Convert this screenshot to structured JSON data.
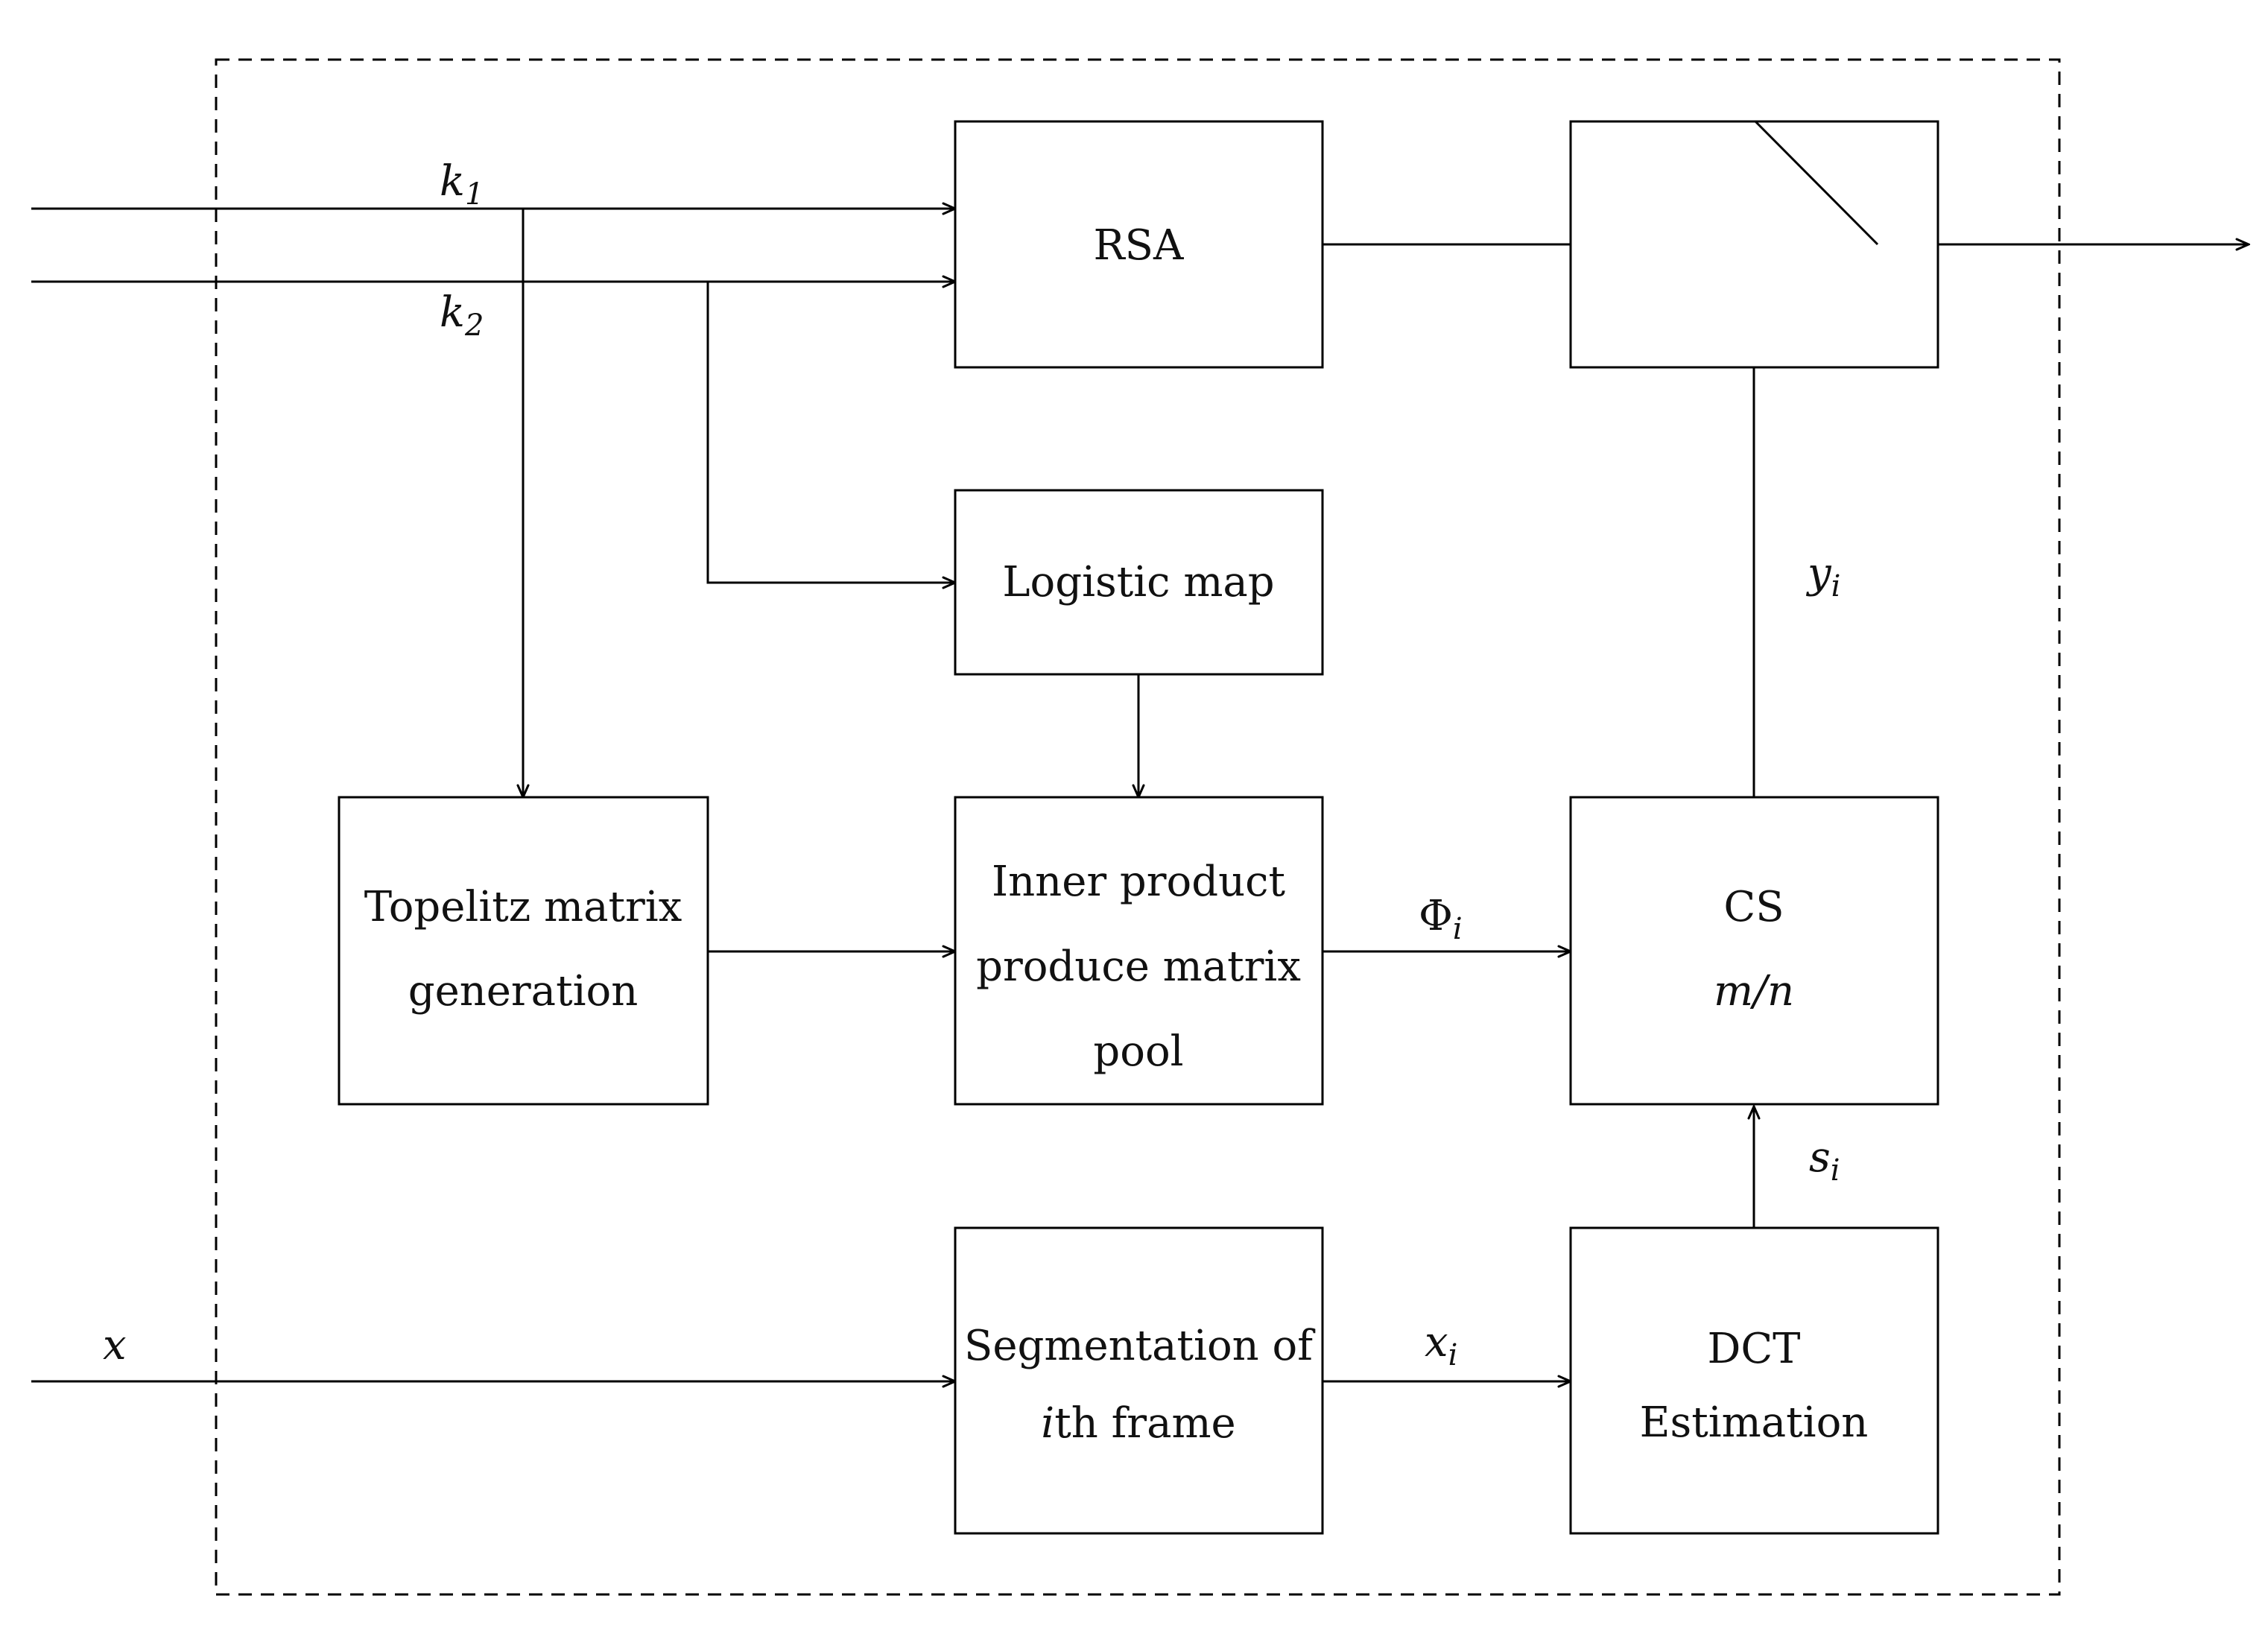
{
  "blocks": {
    "rsa": "RSA",
    "logistic": "Logistic map",
    "toeplitz": [
      "Topelitz matrix",
      "generation"
    ],
    "inner": [
      "Inner product",
      "produce matrix",
      "pool"
    ],
    "cs": [
      "CS",
      "m/n"
    ],
    "seg": [
      "Segmentation of",
      "i",
      "th frame"
    ],
    "dct": [
      "DCT",
      "Estimation"
    ]
  },
  "signals": {
    "k1": {
      "base": "k",
      "sub": "1"
    },
    "k2": {
      "base": "k",
      "sub": "2"
    },
    "x": {
      "base": "x"
    },
    "xi": {
      "base": "x",
      "sub": "i"
    },
    "si": {
      "base": "s",
      "sub": "i"
    },
    "yi": {
      "base": "y",
      "sub": "i"
    },
    "phi": {
      "base": "Φ",
      "sub": "i"
    }
  }
}
